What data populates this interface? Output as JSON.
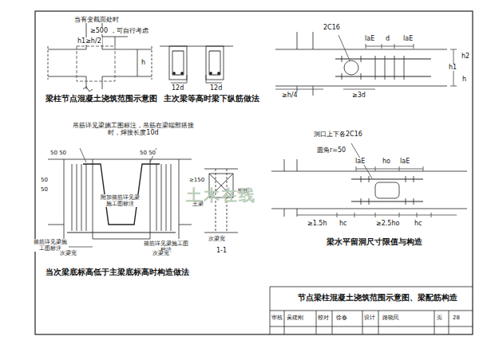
{
  "diagram": {
    "labels": [
      "当有变截面处时",
      "≥500 ，可自行考虑",
      "h1≥h/2",
      "h",
      "梁柱节点混凝土浇筑范围示意图",
      "12d",
      "12d",
      "主次梁等高时梁下纵筋做法",
      "2C16",
      "laE",
      "d",
      "laE",
      "h2",
      "h1",
      "h",
      "≥h/4",
      "≥3d",
      "吊筋详见梁施工图标注，吊筋在梁端部搭接时，焊接长度10d",
      "50",
      "50",
      "50 50",
      "50 50",
      "附加箍筋详见梁施工图标注",
      "箍筋详见梁施工图标注",
      "箍筋详见梁施工图标注",
      "次梁宽",
      "次梁宽",
      "≥150",
      "主梁",
      "吊筋",
      "次梁宽",
      "1-1",
      "当次梁底标高低于主梁底标高时构造做法",
      "洞口上下各2C16",
      "圆角r=50",
      "laE",
      "ho",
      "laE",
      "≥1.5h",
      "hc",
      "≥2.5ho",
      "hc",
      "梁水平留洞尺寸限值与构造",
      "节点梁柱混凝土浇筑范围示意图、梁配筋构造",
      "审核",
      "吴建刚",
      "校对",
      "徐春",
      "设计",
      "路晓民",
      "页",
      "28",
      "土木在线"
    ]
  }
}
